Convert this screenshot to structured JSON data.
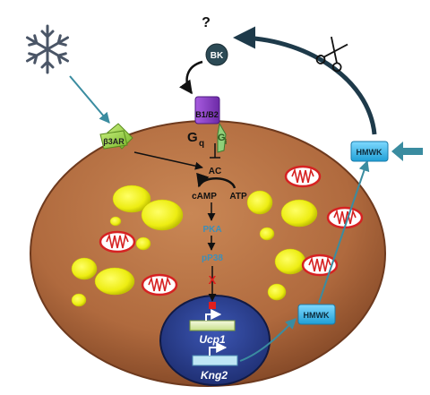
{
  "labels": {
    "question": "?",
    "bk": "BK",
    "receptor": "B1/B2",
    "gq_main": "G",
    "gq_sub": "q",
    "gi_main": "G",
    "gi_sub": "i",
    "b3ar": "β3AR",
    "ac": "AC",
    "camp": "cAMP",
    "atp": "ATP",
    "pka": "PKA",
    "pp38": "pP38",
    "block": "X",
    "hmwk_outside": "HMWK",
    "hmwk_inside": "HMWK",
    "ucp1": "Ucp1",
    "kng2": "Kng2"
  },
  "colors": {
    "cell": "#b06a3e",
    "nucleus": "#2a3f93",
    "lipid": "#f2f21a",
    "mito_outline": "#d62222",
    "hmwk": "#33b8ec",
    "b3ar": "#9bd44a",
    "receptor": "#8a3cc4",
    "teal_arrow": "#3a8ca0",
    "snowflake": "#4a5566",
    "pathway_text": "#3d8fb8",
    "block": "#e01e1e"
  },
  "icons": [
    "snowflake-icon",
    "scissors-icon"
  ]
}
